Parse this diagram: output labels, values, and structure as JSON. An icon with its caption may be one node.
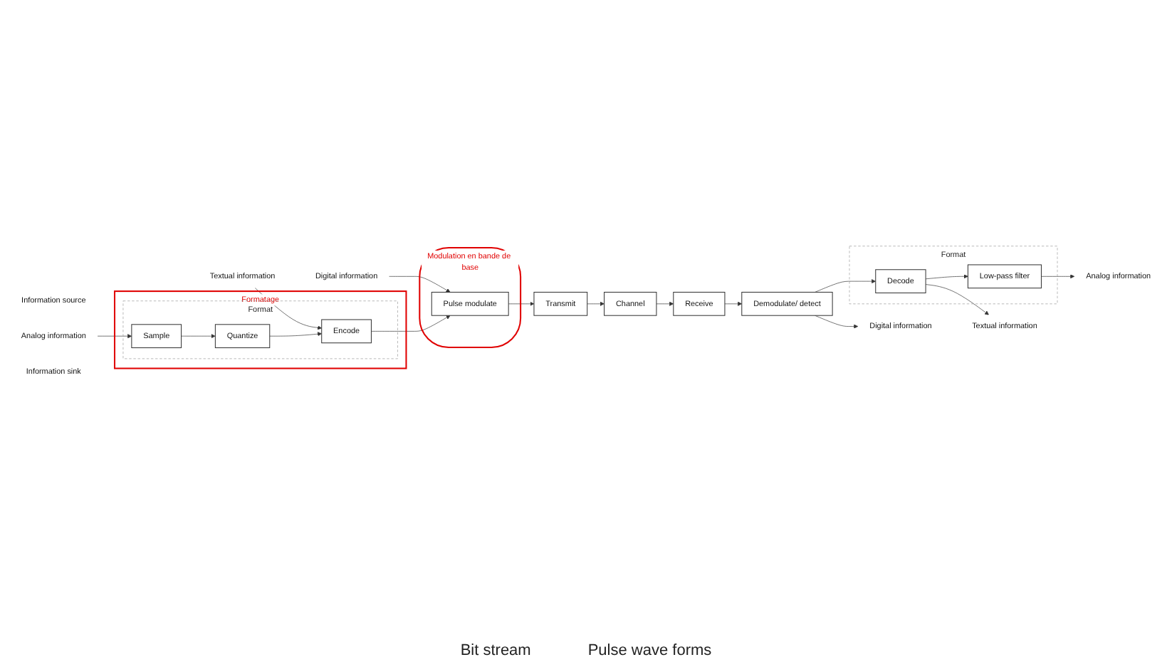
{
  "diagram": {
    "nodes": [
      {
        "text": [
          "Formatage"
        ]
      },
      {
        "text": [
          "Format"
        ],
        "in": 0
      },
      {
        "text": [
          "Sample"
        ],
        "in": 1
      },
      {
        "text": [
          "Quantize"
        ],
        "in": 1
      },
      {
        "text": [
          "Encode"
        ],
        "in": 1
      },
      {
        "text": [
          "Information source"
        ]
      },
      {
        "text": [
          "Digital information"
        ]
      },
      {
        "text": [
          "Textual information"
        ]
      },
      {
        "text": [
          "Analog information"
        ]
      },
      {
        "text": [
          "Modulation en bande de base"
        ]
      },
      {
        "text": [
          "Pulse modulate"
        ],
        "in": 9
      },
      {
        "text": [
          "Transmit"
        ]
      },
      {
        "text": [
          "Channel"
        ]
      },
      {
        "text": [
          "Receive"
        ]
      },
      {
        "text": [
          "Demodulate/ detect"
        ]
      },
      {
        "text": [
          "Format"
        ]
      },
      {
        "text": [
          "Low-pass filter"
        ],
        "in": 15
      },
      {
        "text": [
          "Decode"
        ],
        "in": 15
      },
      {
        "text": [
          "Information sink"
        ]
      },
      {
        "text": [
          "Analog information"
        ]
      },
      {
        "text": [
          "Textual information"
        ]
      },
      {
        "text": [
          "Digital information"
        ]
      }
    ],
    "edges": [
      {
        "from": 6,
        "to": 10,
        "arrow": "to"
      },
      {
        "from": 7,
        "to": 4,
        "arrow": "to"
      },
      {
        "from": 8,
        "to": 2,
        "arrow": "to"
      },
      {
        "from": 2,
        "to": 3,
        "arrow": "to"
      },
      {
        "from": 3,
        "to": 4,
        "arrow": "to"
      },
      {
        "from": 4,
        "to": 10,
        "arrow": "to"
      },
      {
        "from": 10,
        "to": 11,
        "arrow": "to"
      },
      {
        "from": 11,
        "to": 12,
        "arrow": "to"
      },
      {
        "from": 12,
        "to": 13,
        "arrow": "to"
      },
      {
        "from": 13,
        "to": 14,
        "arrow": "to"
      },
      {
        "from": 14,
        "to": 17,
        "arrow": "to"
      },
      {
        "from": 17,
        "to": 16,
        "arrow": "to"
      },
      {
        "from": 16,
        "to": 19,
        "arrow": "to"
      },
      {
        "from": 17,
        "to": 20,
        "arrow": "to"
      },
      {
        "from": 14,
        "to": 21,
        "arrow": "to"
      }
    ],
    "labels": [
      "Bit stream",
      "Pulse wave forms"
    ]
  }
}
